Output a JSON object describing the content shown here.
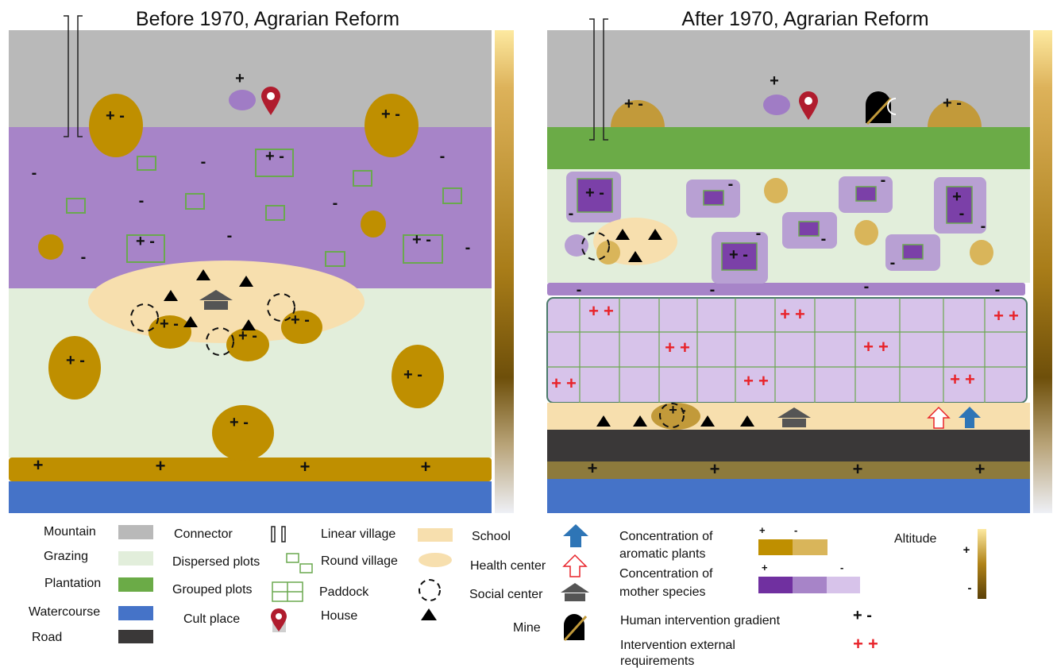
{
  "titles": {
    "before": "Before 1970, Agrarian Reform",
    "after": "After 1970, Agrarian Reform"
  },
  "symbols": {
    "plus": "+",
    "minus": "-",
    "plus_minus": "+ -",
    "plus_plus": "+ +"
  },
  "legend": {
    "mountain": "Mountain",
    "grazing": "Grazing",
    "plantation": "Plantation",
    "watercourse": "Watercourse",
    "road": "Road",
    "connector": "Connector",
    "dispersed_plots": "Dispersed plots",
    "grouped_plots": "Grouped plots",
    "cult_place": "Cult place",
    "linear_village": "Linear village",
    "round_village": "Round village",
    "paddock": "Paddock",
    "house": "House",
    "school": "School",
    "health_center": "Health center",
    "social_center": "Social center",
    "mine": "Mine",
    "conc_aromatic_1": "Concentration of",
    "conc_aromatic_2": "aromatic plants",
    "conc_mother_1": "Concentration of",
    "conc_mother_2": "mother species",
    "human_gradient": "Human intervention gradient",
    "external_req_1": "Intervention external",
    "external_req_2": "requirements",
    "altitude": "Altitude"
  },
  "colors": {
    "mountain": "#b9b9b9",
    "grazing": "#e2eedb",
    "plantation": "#6bab47",
    "watercourse": "#4573c8",
    "road": "#3a3838",
    "aromatic_high": "#bf8f00",
    "aromatic_low": "#d9b55a",
    "mother_high": "#7030a0",
    "mother_mid": "#a784c8",
    "mother_low": "#d7c3ea",
    "village": "#f7dfae",
    "plot_border": "#6aa84f",
    "school": "#2e75b6",
    "health": "#e8232a",
    "cult": "#b01c2e",
    "external": "#e8232a"
  },
  "icons": [
    "connector-icon",
    "cult-place-icon",
    "house-icon",
    "social-center-icon",
    "school-icon",
    "health-center-icon",
    "mine-icon",
    "paddock-icon"
  ]
}
